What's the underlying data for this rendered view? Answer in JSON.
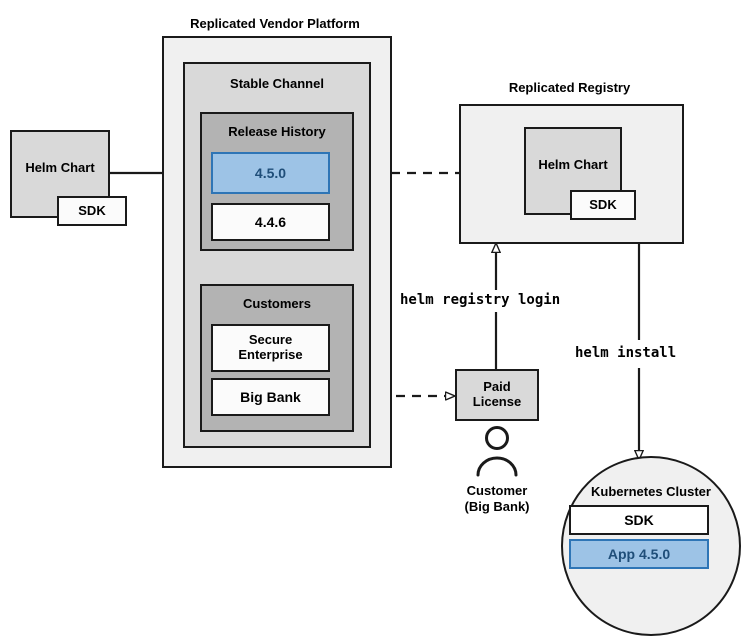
{
  "diagram": {
    "title_vendor_platform": "Replicated Vendor Platform",
    "title_registry": "Replicated Registry",
    "stable_channel": "Stable Channel",
    "release_history": "Release History",
    "customers": "Customers",
    "helm_chart_source": "Helm Chart",
    "helm_chart_source_sdk": "SDK",
    "release_current": "4.5.0",
    "release_previous": "4.4.6",
    "customer_secure_enterprise_line1": "Secure",
    "customer_secure_enterprise_line2": "Enterprise",
    "customer_big_bank": "Big Bank",
    "registry_helm_chart": "Helm Chart",
    "registry_sdk": "SDK",
    "paid_license_line1": "Paid",
    "paid_license_line2": "License",
    "customer_caption_line1": "Customer",
    "customer_caption_line2": "(Big Bank)",
    "command_registry_login": "helm registry login",
    "command_helm_install": "helm install",
    "cluster_title": "Kubernetes Cluster",
    "cluster_sdk": "SDK",
    "cluster_app": "App 4.5.0"
  },
  "colors": {
    "stroke": "#1a1a1a",
    "accent_blue_fill": "#9dc3e6",
    "accent_blue_border": "#2e75b6",
    "accent_blue_text": "#1f4e79",
    "fill_lightest": "#f0f0f0",
    "fill_light": "#d9d9d9",
    "fill_mid": "#b3b3b3",
    "fill_white": "#fbfbfb"
  },
  "icons": {
    "person": "person-icon",
    "arrow_solid": "arrow-solid-icon",
    "arrow_dashed": "arrow-dashed-icon"
  }
}
